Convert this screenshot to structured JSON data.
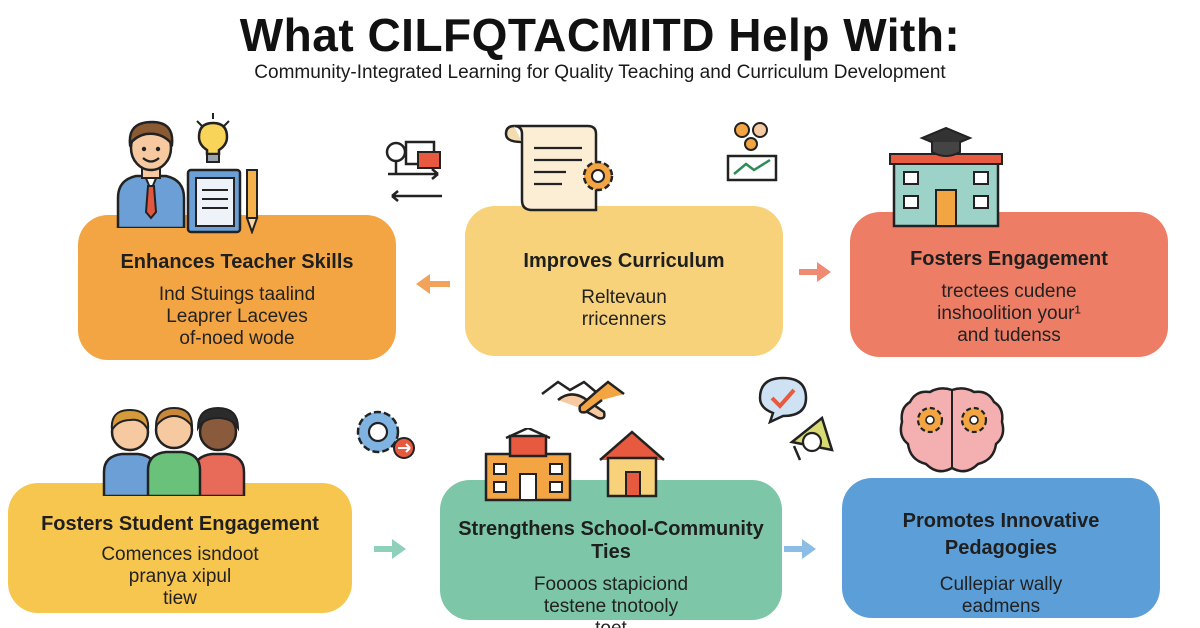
{
  "header": {
    "title": "What CILFQTACMITD Help With:",
    "subtitle": "Community-Integrated Learning for Quality Teaching and Curriculum Development"
  },
  "cards": [
    {
      "title": "Enhances Teacher Skills",
      "lines": [
        "Ind Stuings taalind",
        "Leaprer Laceves",
        "of-noed wode"
      ],
      "color": "#f3a544"
    },
    {
      "title": "Improves Curriculum",
      "lines": [
        "Reltevaun",
        "rricenners"
      ],
      "color": "#f7d27a"
    },
    {
      "title": "Fosters Engagement",
      "lines": [
        "trectees cudene",
        "inshoolition your¹",
        "and tudenss"
      ],
      "color": "#ee7d66"
    },
    {
      "title": "Fosters Student Engagement",
      "lines": [
        "Comences isndoot",
        "pranya xipul",
        "tiew"
      ],
      "color": "#f7c64e"
    },
    {
      "title": "Strengthens School-Community Ties",
      "lines": [
        "Foooos stapiciond",
        "testene tnotooly",
        "toet"
      ],
      "color": "#7dc6a7"
    },
    {
      "title_lines": [
        "Promotes Innovative",
        "Pedagogies"
      ],
      "lines": [
        "Cullepiar wally",
        "eadmens"
      ],
      "color": "#5c9fd8"
    }
  ],
  "icons": [
    "teacher-icon",
    "lightbulb-icon",
    "notebook-icon",
    "pencil-icon",
    "flow-diagram-icon",
    "scroll-gear-icon",
    "chart-person-icon",
    "graduation-school-icon",
    "students-group-icon",
    "gear-arrow-icon",
    "handshake-icon",
    "school-building-icon",
    "house-icon",
    "check-bubble-icon",
    "megaphone-icon",
    "brain-gears-icon"
  ],
  "arrow_color": "#f2a85c"
}
